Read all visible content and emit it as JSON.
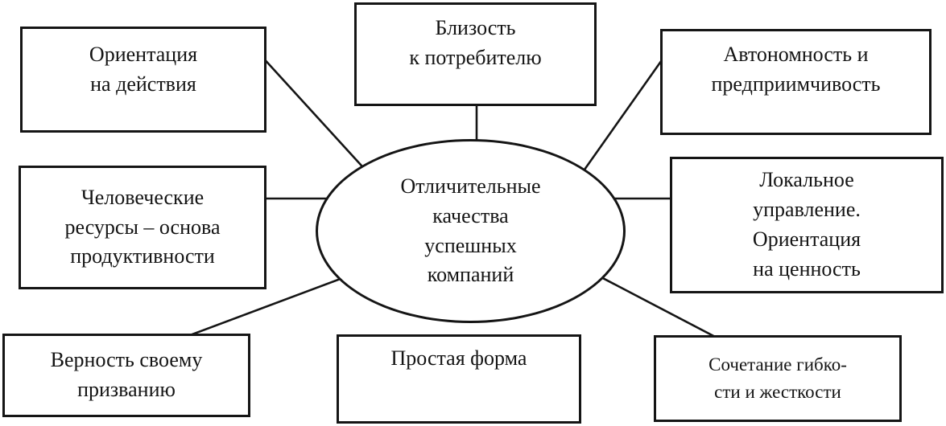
{
  "colors": {
    "background": "#ffffff",
    "stroke": "#151515",
    "text": "#141414"
  },
  "diagram": {
    "center_ellipse": {
      "text": "Отличительные\nкачества\nуспешных\nкомпаний"
    },
    "boxes": {
      "action_orientation": {
        "text": "Ориентация\nна действия"
      },
      "customer_closeness": {
        "text": "Близость\nк потребителю"
      },
      "autonomy_entrepreneurship": {
        "text": "Автономность и\nпредприимчивость"
      },
      "human_resources": {
        "text": "Человеческие\nресурсы – основа\nпродуктивности"
      },
      "local_management": {
        "text": "Локальное\nуправление.\nОриентация\nна ценность"
      },
      "vocation_loyalty": {
        "text": "Верность своему\nпризванию"
      },
      "simple_form": {
        "text": "Простая форма"
      },
      "flexibility_rigidity": {
        "text": "Сочетание гибко-\nсти и жесткости"
      }
    }
  }
}
